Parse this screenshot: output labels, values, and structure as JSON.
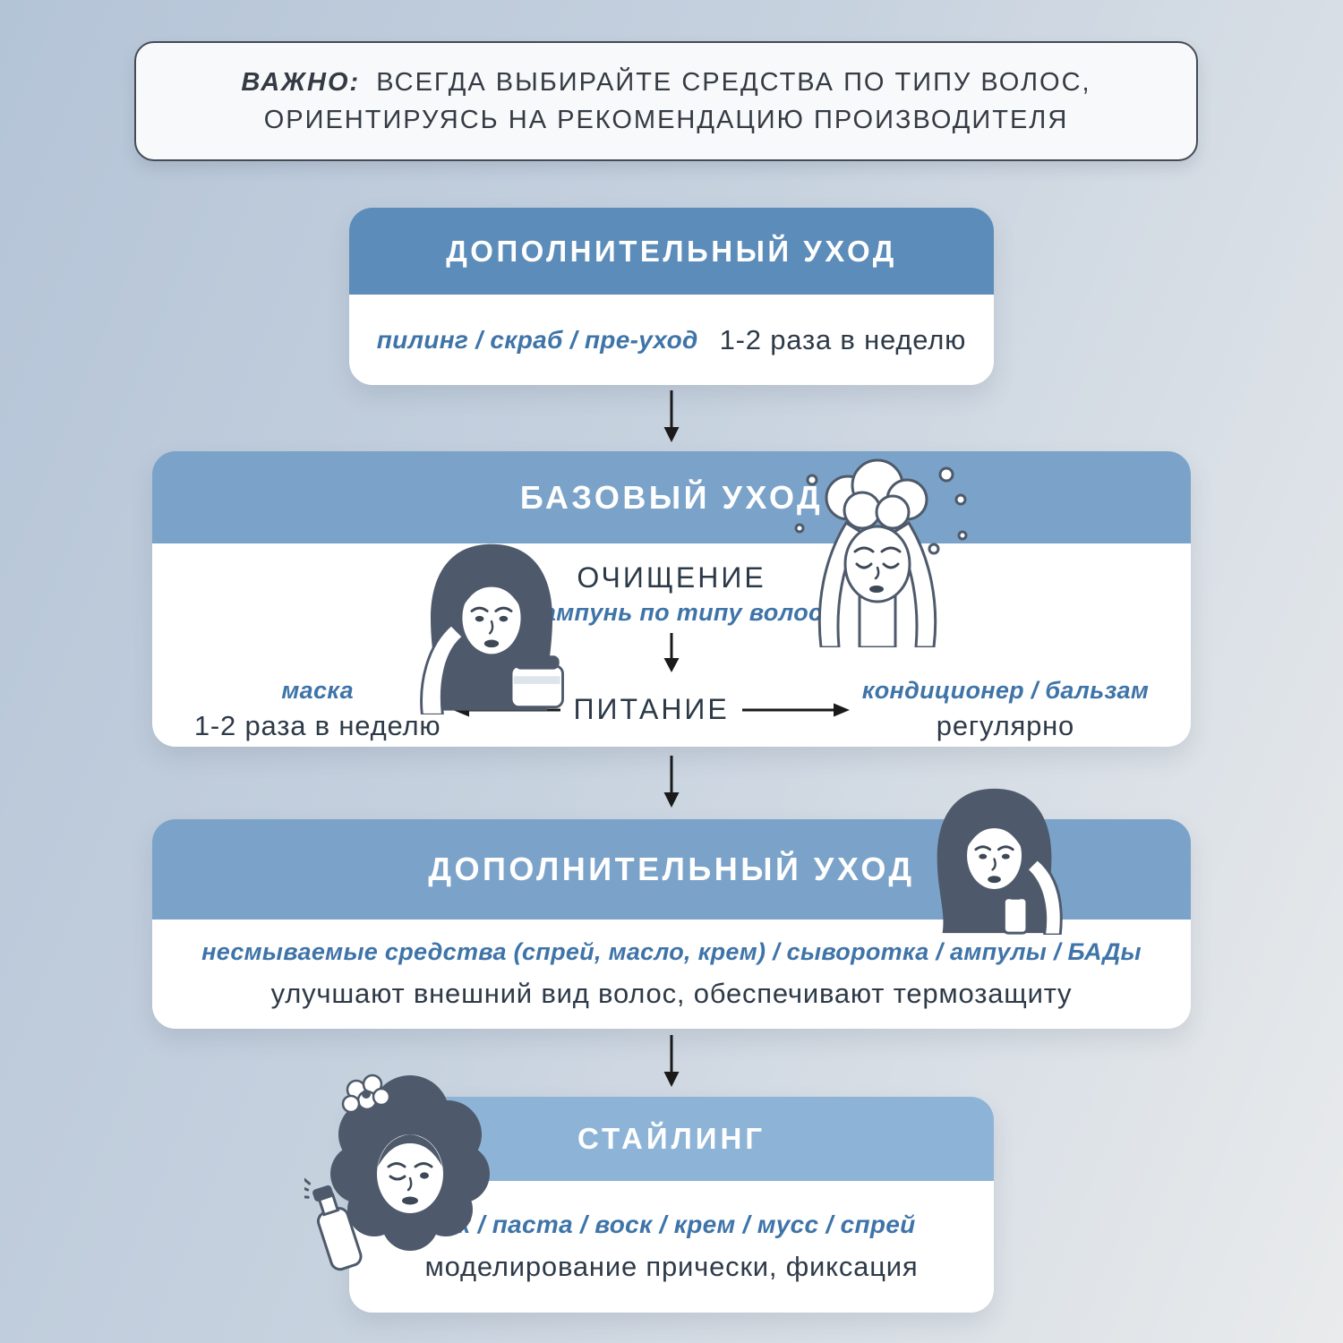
{
  "notice": {
    "emphasis": "ВАЖНО:",
    "text": "ВСЕГДА ВЫБИРАЙТЕ СРЕДСТВА ПО ТИПУ ВОЛОС, ОРИЕНТИРУЯСЬ НА РЕКОМЕНДАЦИЮ ПРОИЗВОДИТЕЛЯ"
  },
  "cards": {
    "pre_care": {
      "title": "ДОПОЛНИТЕЛЬНЫЙ УХОД",
      "products": "пилинг / скраб / пре-уход",
      "frequency": "1-2 раза в неделю"
    },
    "base_care": {
      "title": "БАЗОВЫЙ УХОД",
      "cleansing_label": "ОЧИЩЕНИЕ",
      "cleansing_products": "шампунь по типу волос",
      "nutrition_label": "ПИТАНИЕ",
      "mask_product": "маска",
      "mask_frequency": "1-2 раза в неделю",
      "conditioner_products": "кондиционер / бальзам",
      "conditioner_frequency": "регулярно"
    },
    "extra_care": {
      "title": "ДОПОЛНИТЕЛЬНЫЙ УХОД",
      "products": "несмываемые средства (спрей, масло, крем) / сыворотка / ампулы / БАДы",
      "description": "улучшают внешний вид волос, обеспечивают термозащиту"
    },
    "styling": {
      "title": "СТАЙЛИНГ",
      "products": "лак / паста / воск / крем / мусс / спрей",
      "description": "моделирование прически, фиксация"
    }
  },
  "illustrations": {
    "washing_hair": "woman-washing-hair-with-foam",
    "hair_mask": "woman-applying-hair-mask-with-jar",
    "serum": "woman-holding-serum-bottle",
    "styling": "woman-with-curly-hair-and-spray-bottle"
  },
  "colors": {
    "background_start": "#b4c4d7",
    "background_end": "#e9ebec",
    "header_blue_dark": "#5c8cba",
    "header_blue": "#7ba3c9",
    "header_blue_light": "#8db4d7",
    "accent_text_blue": "#3f74a8",
    "dark_text": "#2e3a48",
    "card_bg": "#ffffff",
    "arrow_color": "#1a1a1a",
    "illustration_ink": "#4e5a6b"
  }
}
